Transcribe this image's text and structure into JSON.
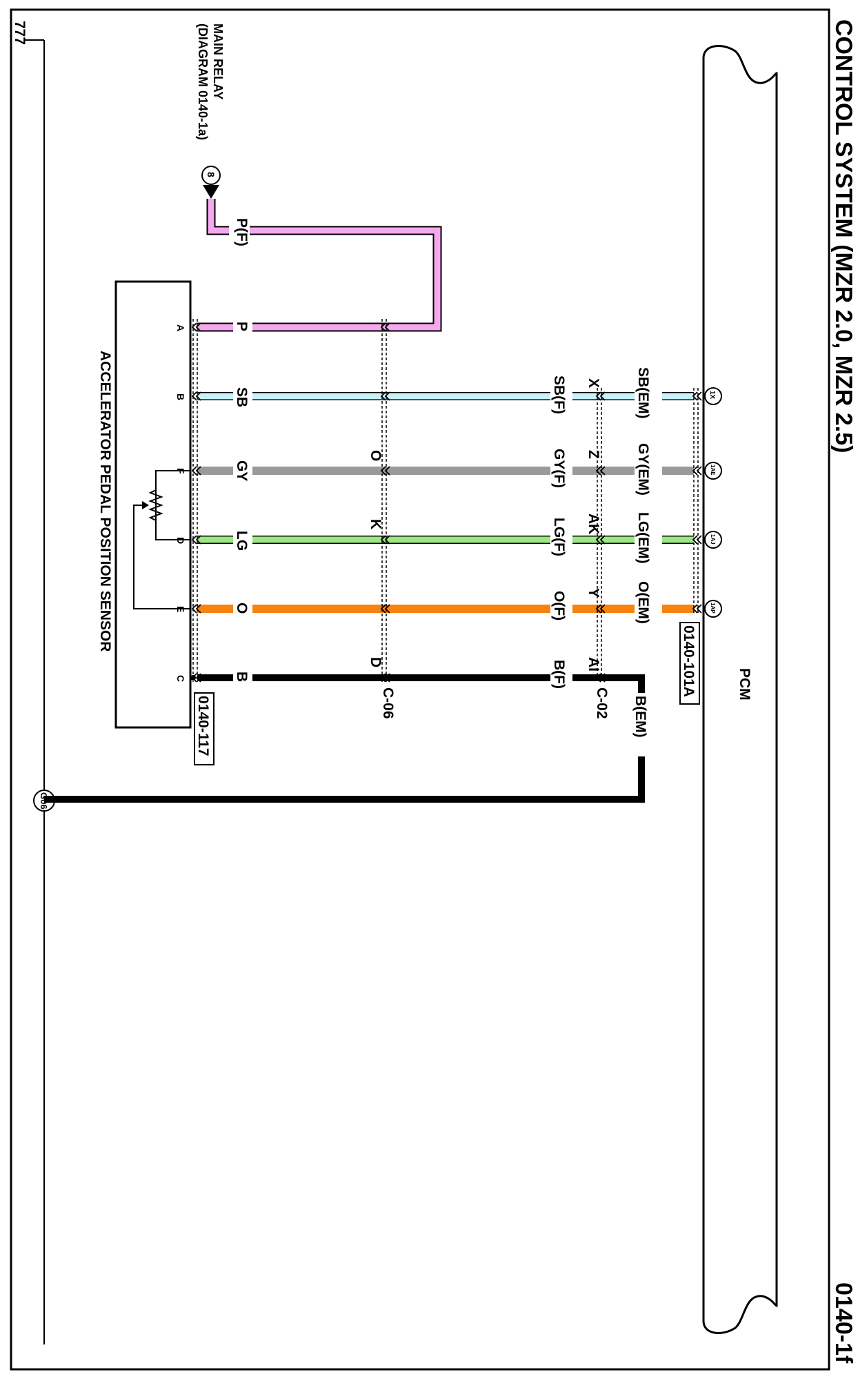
{
  "header": {
    "title": "CONTROL SYSTEM (MZR 2.0, MZR 2.5)",
    "page_number": "0140-1f"
  },
  "ground": {
    "symbol": "777",
    "point": "G06"
  },
  "main_relay": {
    "line1": "MAIN RELAY",
    "line2": "(DIAGRAM 0140-1a)",
    "ref": "8"
  },
  "sensor": {
    "name": "ACCELERATOR PEDAL POSITION SENSOR",
    "connector": "0140-117",
    "pins": {
      "a": "A",
      "b": "B",
      "f": "F",
      "d": "D",
      "e": "E",
      "c": "C"
    }
  },
  "pcm": {
    "name": "PCM",
    "connector": "0140-101A",
    "terminals": {
      "sb": "1X",
      "gy": "1AE",
      "lg": "1AJ",
      "o": "1AP"
    }
  },
  "connectors": {
    "c06": {
      "name": "C-06",
      "pins": {
        "gy": "O",
        "lg": "K",
        "b": "D"
      }
    },
    "c02": {
      "name": "C-02",
      "pins": {
        "sb": "X",
        "gy": "Z",
        "lg": "AK",
        "o": "Y",
        "b": "AI"
      }
    }
  },
  "wires": {
    "p_f": "P(F)",
    "p": "P",
    "sb": "SB",
    "sb_f": "SB(F)",
    "sb_em": "SB(EM)",
    "gy": "GY",
    "gy_f": "GY(F)",
    "gy_em": "GY(EM)",
    "lg": "LG",
    "lg_f": "LG(F)",
    "lg_em": "LG(EM)",
    "o": "O",
    "o_f": "O(F)",
    "o_em": "O(EM)",
    "b": "B",
    "b_f": "B(F)",
    "b_em": "B(EM)"
  },
  "colors": {
    "pink": "#f6a8ef",
    "light_blue": "#c8f2f8",
    "gray": "#9a9a9a",
    "light_green": "#9be880",
    "orange": "#f7820f",
    "black": "#000000"
  }
}
